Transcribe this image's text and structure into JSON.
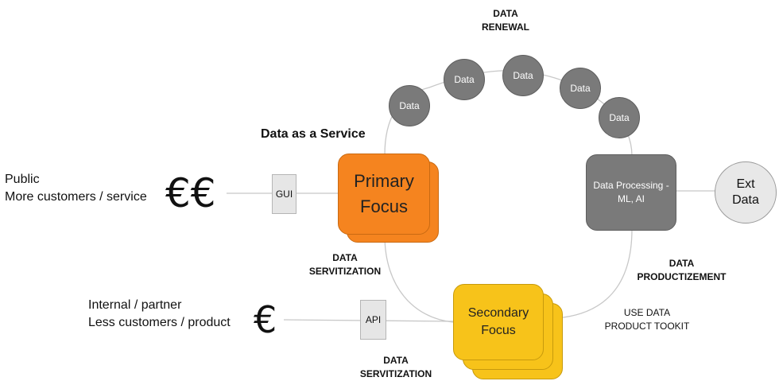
{
  "renewal_label": [
    "DATA",
    "RENEWAL"
  ],
  "data_circles": [
    "Data",
    "Data",
    "Data",
    "Data",
    "Data"
  ],
  "daas_title": "Data as a Service",
  "public_block": {
    "line1": "Public",
    "line2": "More customers / service",
    "symbol": "€€"
  },
  "internal_block": {
    "line1": "Internal / partner",
    "line2": "Less customers / product",
    "symbol": "€"
  },
  "gui_label": "GUI",
  "api_label": "API",
  "primary_focus": {
    "line1": "Primary",
    "line2": "Focus"
  },
  "secondary_focus": {
    "line1": "Secondary",
    "line2": "Focus"
  },
  "processing_box": {
    "line1": "Data Processing -",
    "line2": "ML, AI"
  },
  "ext_data": {
    "line1": "Ext",
    "line2": "Data"
  },
  "servitization_label_1": [
    "DATA",
    "SERVITIZATION"
  ],
  "servitization_label_2": [
    "DATA",
    "SERVITIZATION"
  ],
  "productizement_label": [
    "DATA",
    "PRODUCTIZEMENT"
  ],
  "toolkit_label": [
    "USE DATA",
    "PRODUCT TOOKIT"
  ],
  "colors": {
    "primary_orange": "#f5841f",
    "secondary_yellow": "#f7c31a",
    "gray_node": "#7a7a7a",
    "ext_circle": "#e8e8e8"
  }
}
